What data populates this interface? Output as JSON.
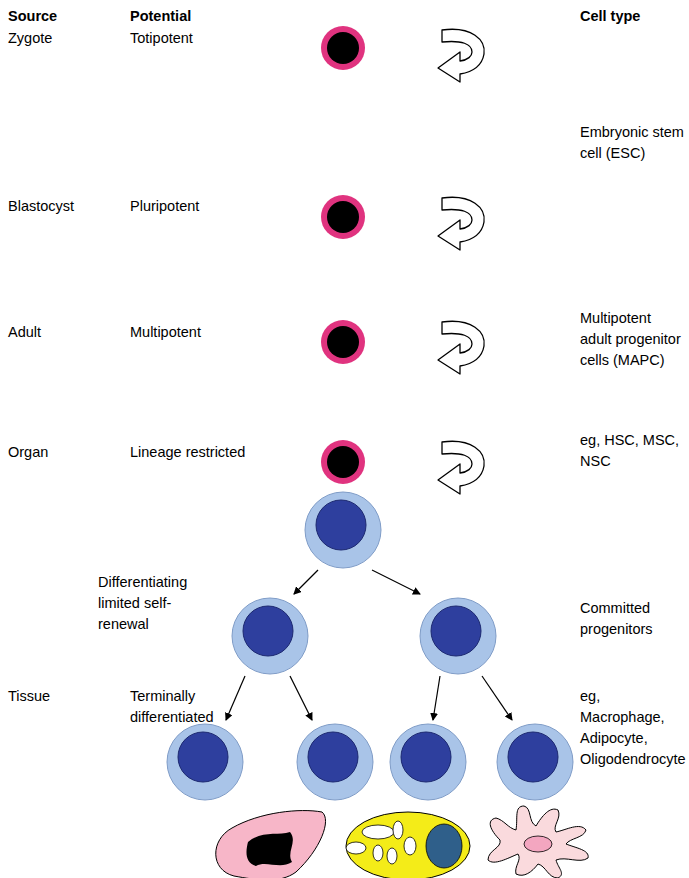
{
  "diagram": {
    "labels": [
      "Source",
      "Potential",
      "Cell type",
      "Zygote",
      "Totipotent",
      "Embryonic stem cell (ESC)",
      "Blastocyst",
      "Pluripotent",
      "Adult",
      "Multipotent",
      "Multipotent adult progenitor cells (MAPC)",
      "Organ",
      "Lineage restricted",
      "eg, HSC, MSC, NSC",
      "Differentiating limited self-renewal",
      "Committed progenitors",
      "Tissue",
      "Terminally differentiated",
      "eg, Macrophage, Adipocyte, Oligodendrocyte"
    ]
  }
}
